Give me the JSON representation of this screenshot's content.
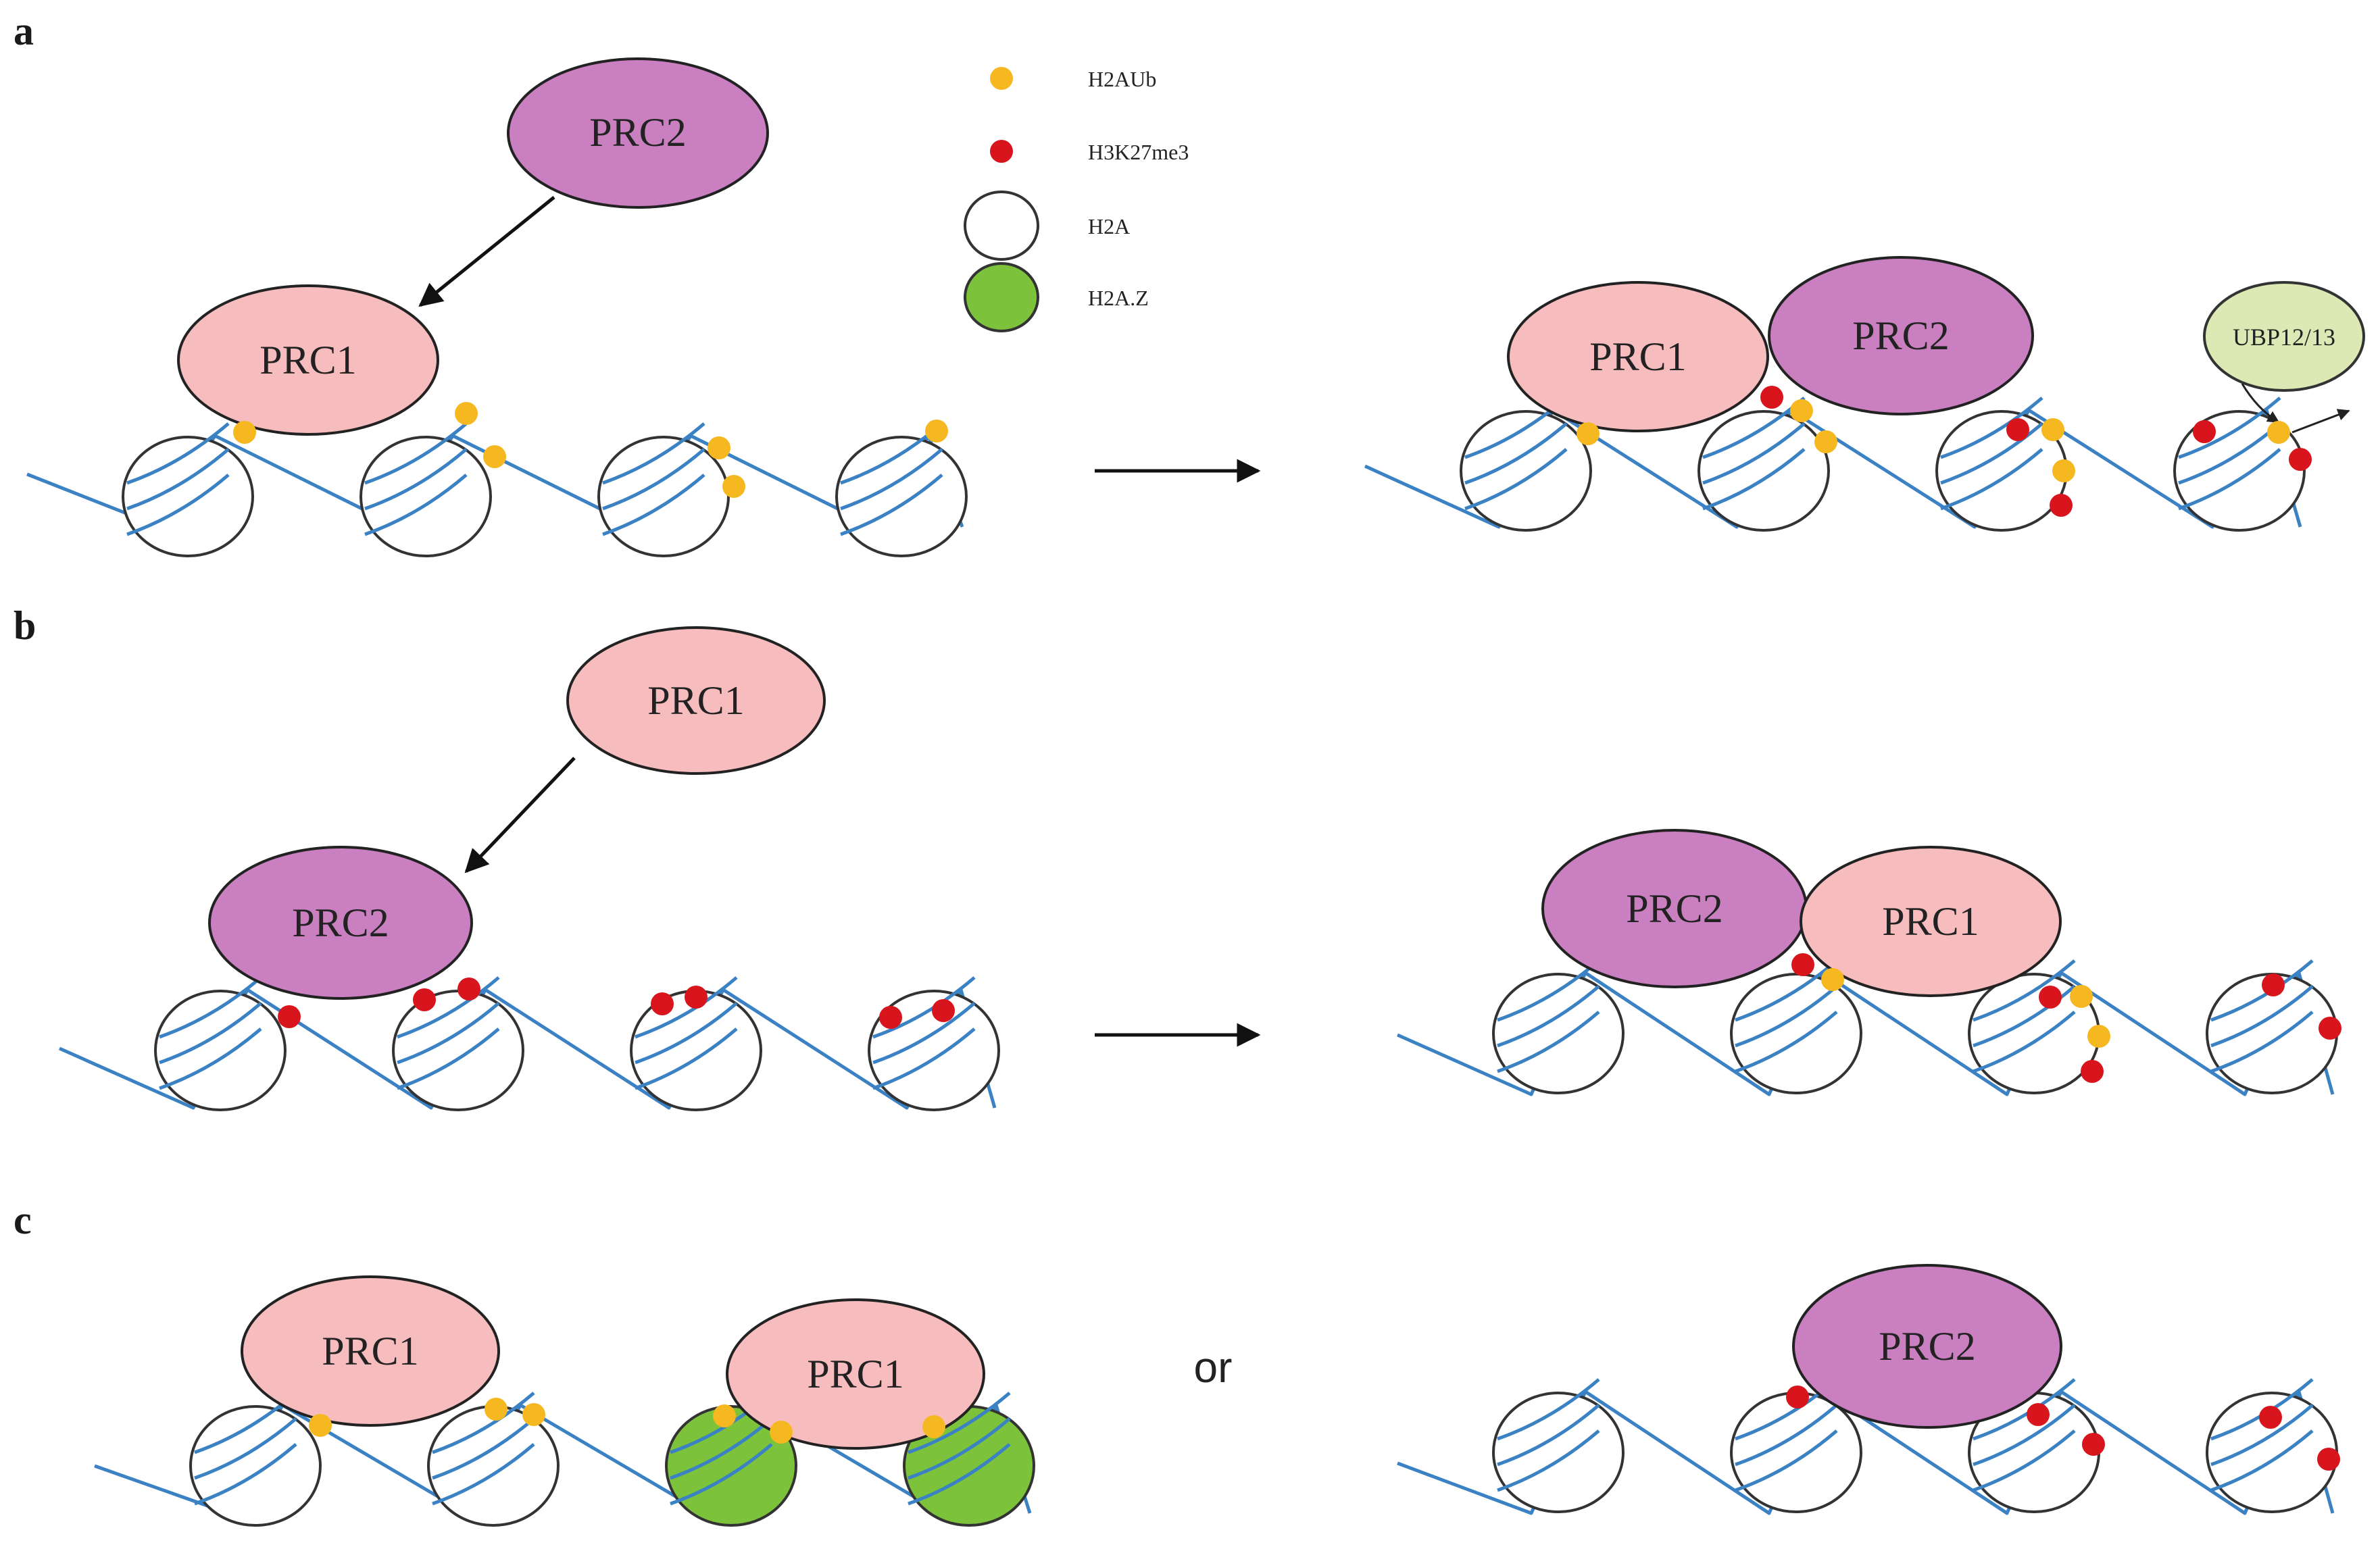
{
  "legend": [
    {
      "name": "H2AUb",
      "kind": "dot",
      "color": "#f6b820"
    },
    {
      "name": "H3K27me3",
      "kind": "dot",
      "color": "#d8141c"
    },
    {
      "name": "H2A",
      "kind": "nucleosome",
      "color": "#ffffff"
    },
    {
      "name": "H2A.Z",
      "kind": "nucleosome",
      "color": "#7cc23a"
    }
  ],
  "colors": {
    "prc1": "#f6bcbe",
    "prc2": "#c97fc0",
    "ubp": "#dce9b4",
    "h2aub": "#f6b820",
    "h3k27me3": "#d8141c",
    "h2a": "#ffffff",
    "h2az": "#7cc23a",
    "dna": "#3b82c4"
  },
  "panels": {
    "a": {
      "letter": "a",
      "left": {
        "recruiting": "PRC2",
        "bound": "PRC1"
      },
      "right": {
        "complexes": [
          "PRC1",
          "PRC2"
        ],
        "deubiquitinase": "UBP12/13"
      }
    },
    "b": {
      "letter": "b",
      "left": {
        "recruiting": "PRC1",
        "bound": "PRC2"
      },
      "right": {
        "complexes": [
          "PRC2",
          "PRC1"
        ]
      }
    },
    "c": {
      "letter": "c",
      "left": {
        "complexes": [
          "PRC1",
          "PRC1"
        ]
      },
      "separator": "or",
      "right": {
        "complexes": [
          "PRC2"
        ]
      }
    }
  }
}
